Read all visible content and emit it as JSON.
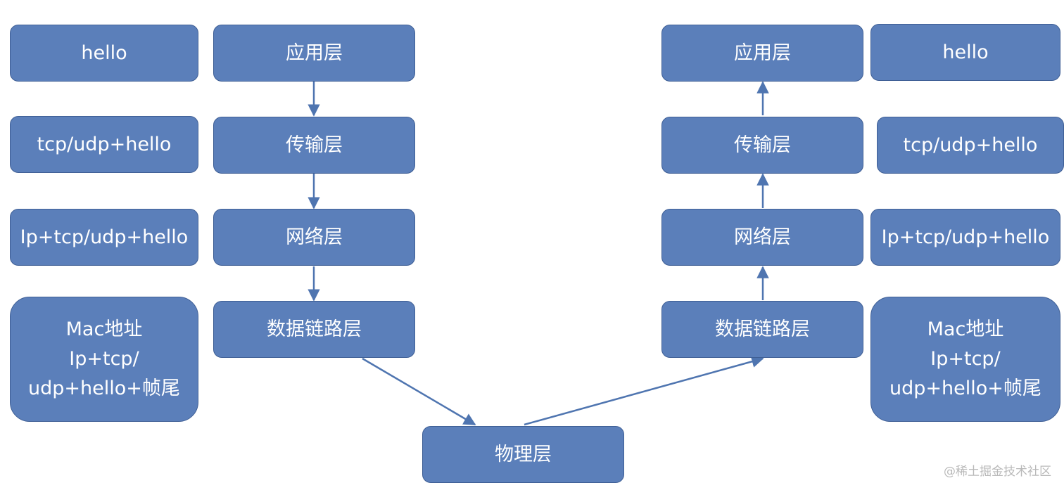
{
  "left": {
    "layers": [
      "应用层",
      "传输层",
      "网络层",
      "数据链路层"
    ],
    "payloads": [
      "hello",
      "tcp/udp+hello",
      "Ip+tcp/udp+hello",
      "Mac地址\nIp+tcp/\nudp+hello+帧尾"
    ]
  },
  "right": {
    "layers": [
      "应用层",
      "传输层",
      "网络层",
      "数据链路层"
    ],
    "payloads": [
      "hello",
      "tcp/udp+hello",
      "Ip+tcp/udp+hello",
      "Mac地址\nIp+tcp/\nudp+hello+帧尾"
    ]
  },
  "bottom": {
    "physical": "物理层"
  },
  "watermark": "@稀土掘金技术社区",
  "colors": {
    "box_fill": "#5b7fba",
    "box_border": "#3f5f95",
    "arrow": "#4f75b0",
    "text": "#ffffff"
  }
}
